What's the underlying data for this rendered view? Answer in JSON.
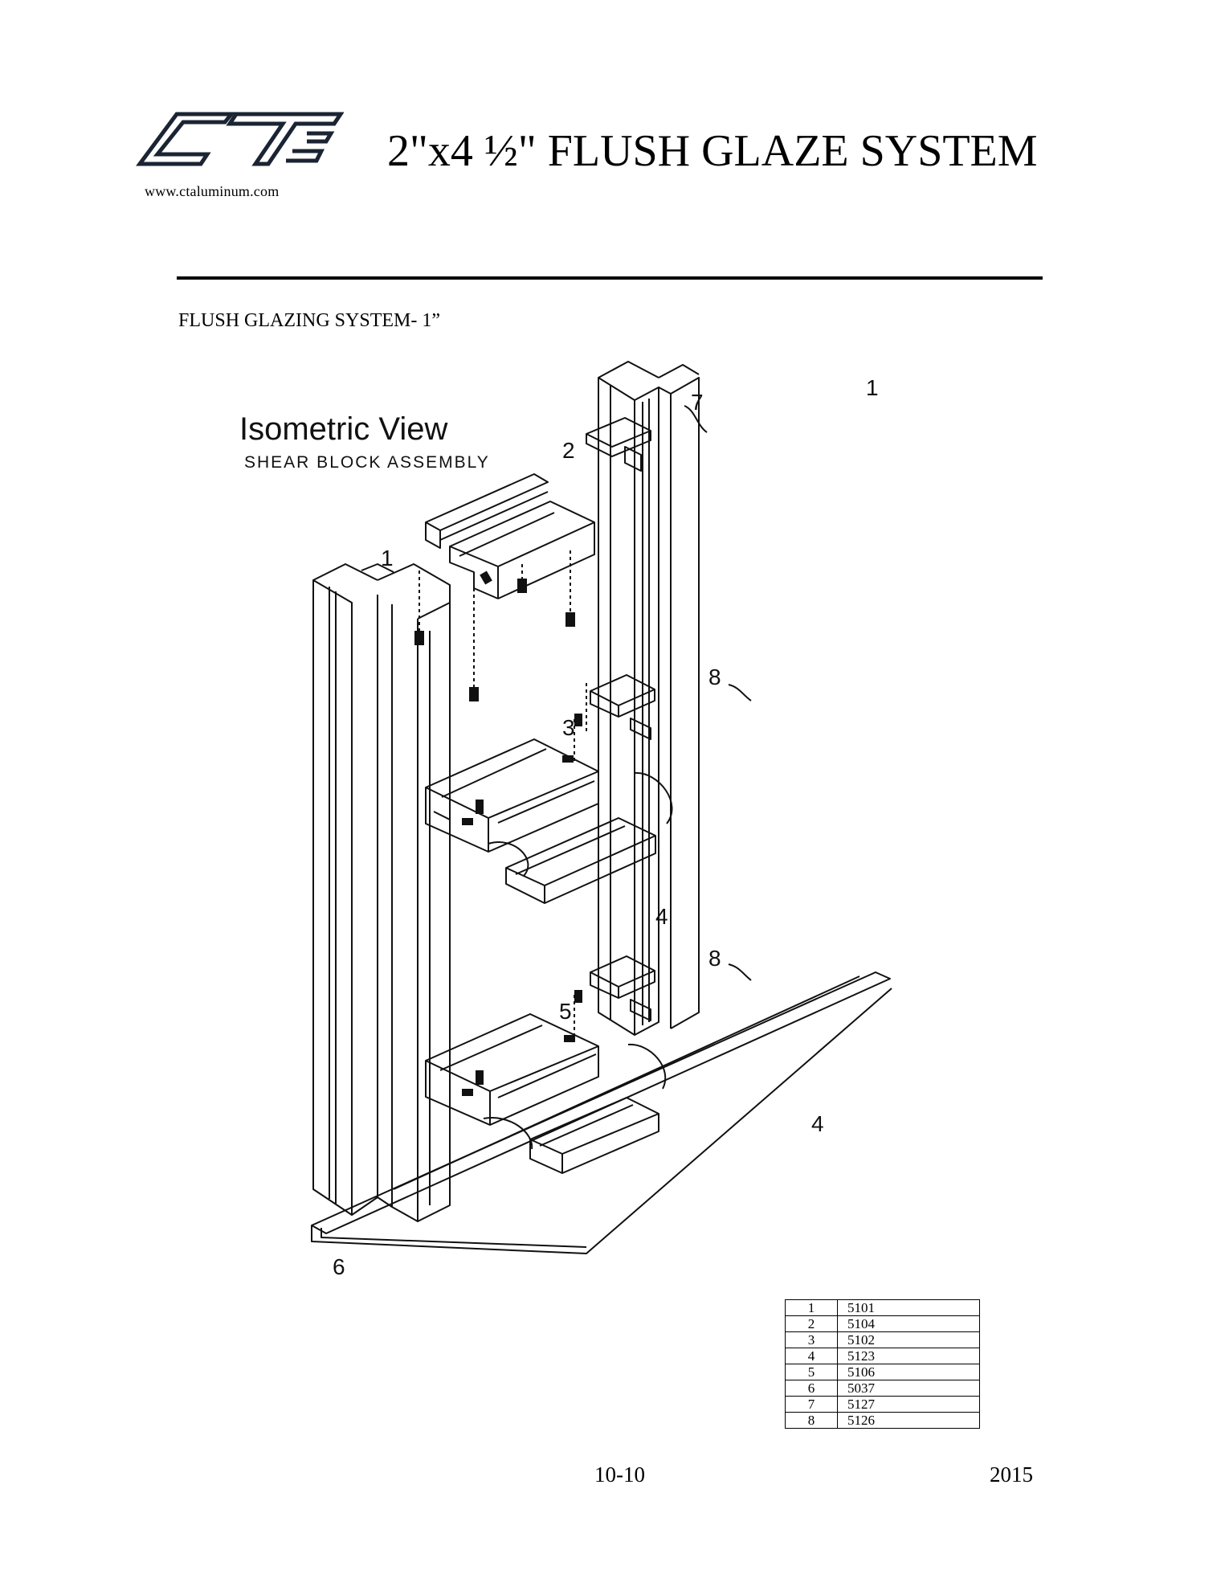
{
  "header": {
    "logo_text": "CT",
    "website": "www.ctaluminum.com",
    "title": "2\"x4 ½\" FLUSH GLAZE SYSTEM"
  },
  "section": {
    "subtitle": "FLUSH GLAZING SYSTEM- 1”"
  },
  "drawing": {
    "heading": "Isometric View",
    "subheading": "SHEAR BLOCK ASSEMBLY",
    "callouts": {
      "mullion_left": "1",
      "mullion_right": "1",
      "head": "2",
      "horizontal": "3",
      "stop_upper": "4",
      "stop_lower": "4",
      "sill": "5",
      "receptor": "6",
      "head_clip": "7",
      "shear_block_upper": "8",
      "shear_block_lower": "8"
    }
  },
  "parts_table": {
    "rows": [
      {
        "item": "1",
        "part": "5101"
      },
      {
        "item": "2",
        "part": "5104"
      },
      {
        "item": "3",
        "part": "5102"
      },
      {
        "item": "4",
        "part": "5123"
      },
      {
        "item": "5",
        "part": "5106"
      },
      {
        "item": "6",
        "part": "5037"
      },
      {
        "item": "7",
        "part": "5127"
      },
      {
        "item": "8",
        "part": "5126"
      }
    ]
  },
  "footer": {
    "page_number": "10-10",
    "year": "2015"
  }
}
